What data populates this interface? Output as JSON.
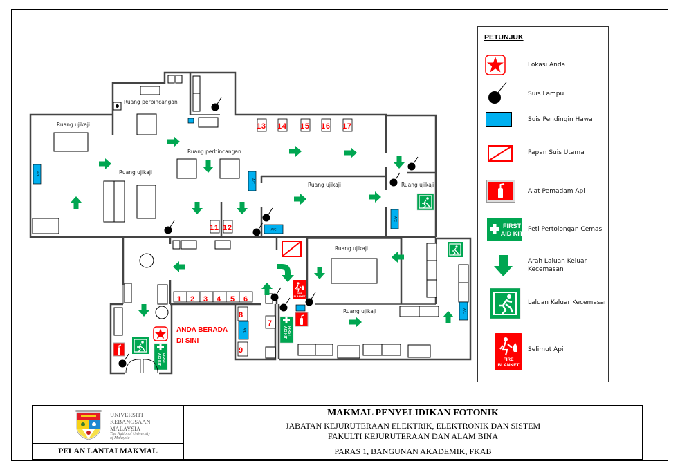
{
  "colors": {
    "exit_green": "#00a651",
    "ac_blue": "#00b0f0",
    "red": "#ff0000",
    "wall": "#444444"
  },
  "plan": {
    "room_labels": [
      {
        "id": "ruang-ujikaji-1",
        "text": "Ruang ujikaji"
      },
      {
        "id": "ruang-ujikaji-2",
        "text": "Ruang ujikaji"
      },
      {
        "id": "ruang-perbincangan-1",
        "text": "Ruang perbincangan"
      },
      {
        "id": "ruang-perbincangan-2",
        "text": "Ruang perbincangan"
      },
      {
        "id": "ruang-ujikaji-3",
        "text": "Ruang ujikaji"
      },
      {
        "id": "ruang-ujikaji-4",
        "text": "Ruang ujikaji"
      },
      {
        "id": "ruang-ujikaji-5",
        "text": "Ruang ujikaji"
      },
      {
        "id": "ruang-ujikaji-6",
        "text": "Ruang ujikaji"
      }
    ],
    "workstation_numbers": [
      "1",
      "2",
      "3",
      "4",
      "5",
      "6",
      "7",
      "8",
      "9",
      "11",
      "12",
      "13",
      "14",
      "15",
      "16",
      "17"
    ],
    "ac_label": "A/C",
    "you_are_here": [
      "ANDA BERADA",
      "DI SINI"
    ],
    "first_aid_text": [
      "FIRST",
      "AID KIT"
    ],
    "fire_blanket_text": [
      "FIRE",
      "BLANKET"
    ]
  },
  "legend": {
    "title": "PETUNJUK",
    "items": [
      {
        "icon": "you-are-here-star-icon",
        "label": "Lokasi Anda"
      },
      {
        "icon": "light-switch-icon",
        "label": "Suis Lampu"
      },
      {
        "icon": "ac-switch-icon",
        "label": "Suis Pendingin Hawa"
      },
      {
        "icon": "main-switchboard-icon",
        "label": "Papan Suis Utama"
      },
      {
        "icon": "fire-extinguisher-icon",
        "label": "Alat Pemadam Api"
      },
      {
        "icon": "first-aid-kit-icon",
        "label": "Peti Pertolongan Cemas"
      },
      {
        "icon": "exit-direction-arrow-icon",
        "label": "Arah Laluan Keluar Kecemasan"
      },
      {
        "icon": "emergency-exit-icon",
        "label": "Laluan Keluar Kecemasan"
      },
      {
        "icon": "fire-blanket-icon",
        "label": "Selimut Api"
      }
    ],
    "first_aid_text": [
      "FIRST",
      "AID KIT"
    ],
    "fire_blanket_text": [
      "FIRE",
      "BLANKET"
    ]
  },
  "title_block": {
    "logo": {
      "lines": [
        "UNIVERSITI",
        "KEBANGSAAN",
        "MALAYSIA"
      ],
      "tagline": [
        "The National University",
        "of Malaysia"
      ]
    },
    "left_footer": "PELAN LANTAI MAKMAL",
    "title": "MAKMAL PENYELIDIKAN FOTONIK",
    "subtitle_1": "JABATAN KEJURUTERAAN ELEKTRIK, ELEKTRONIK DAN SISTEM",
    "subtitle_2": "FAKULTI KEJURUTERAAN DAN ALAM BINA",
    "footer": "PARAS 1, BANGUNAN AKADEMIK, FKAB"
  }
}
